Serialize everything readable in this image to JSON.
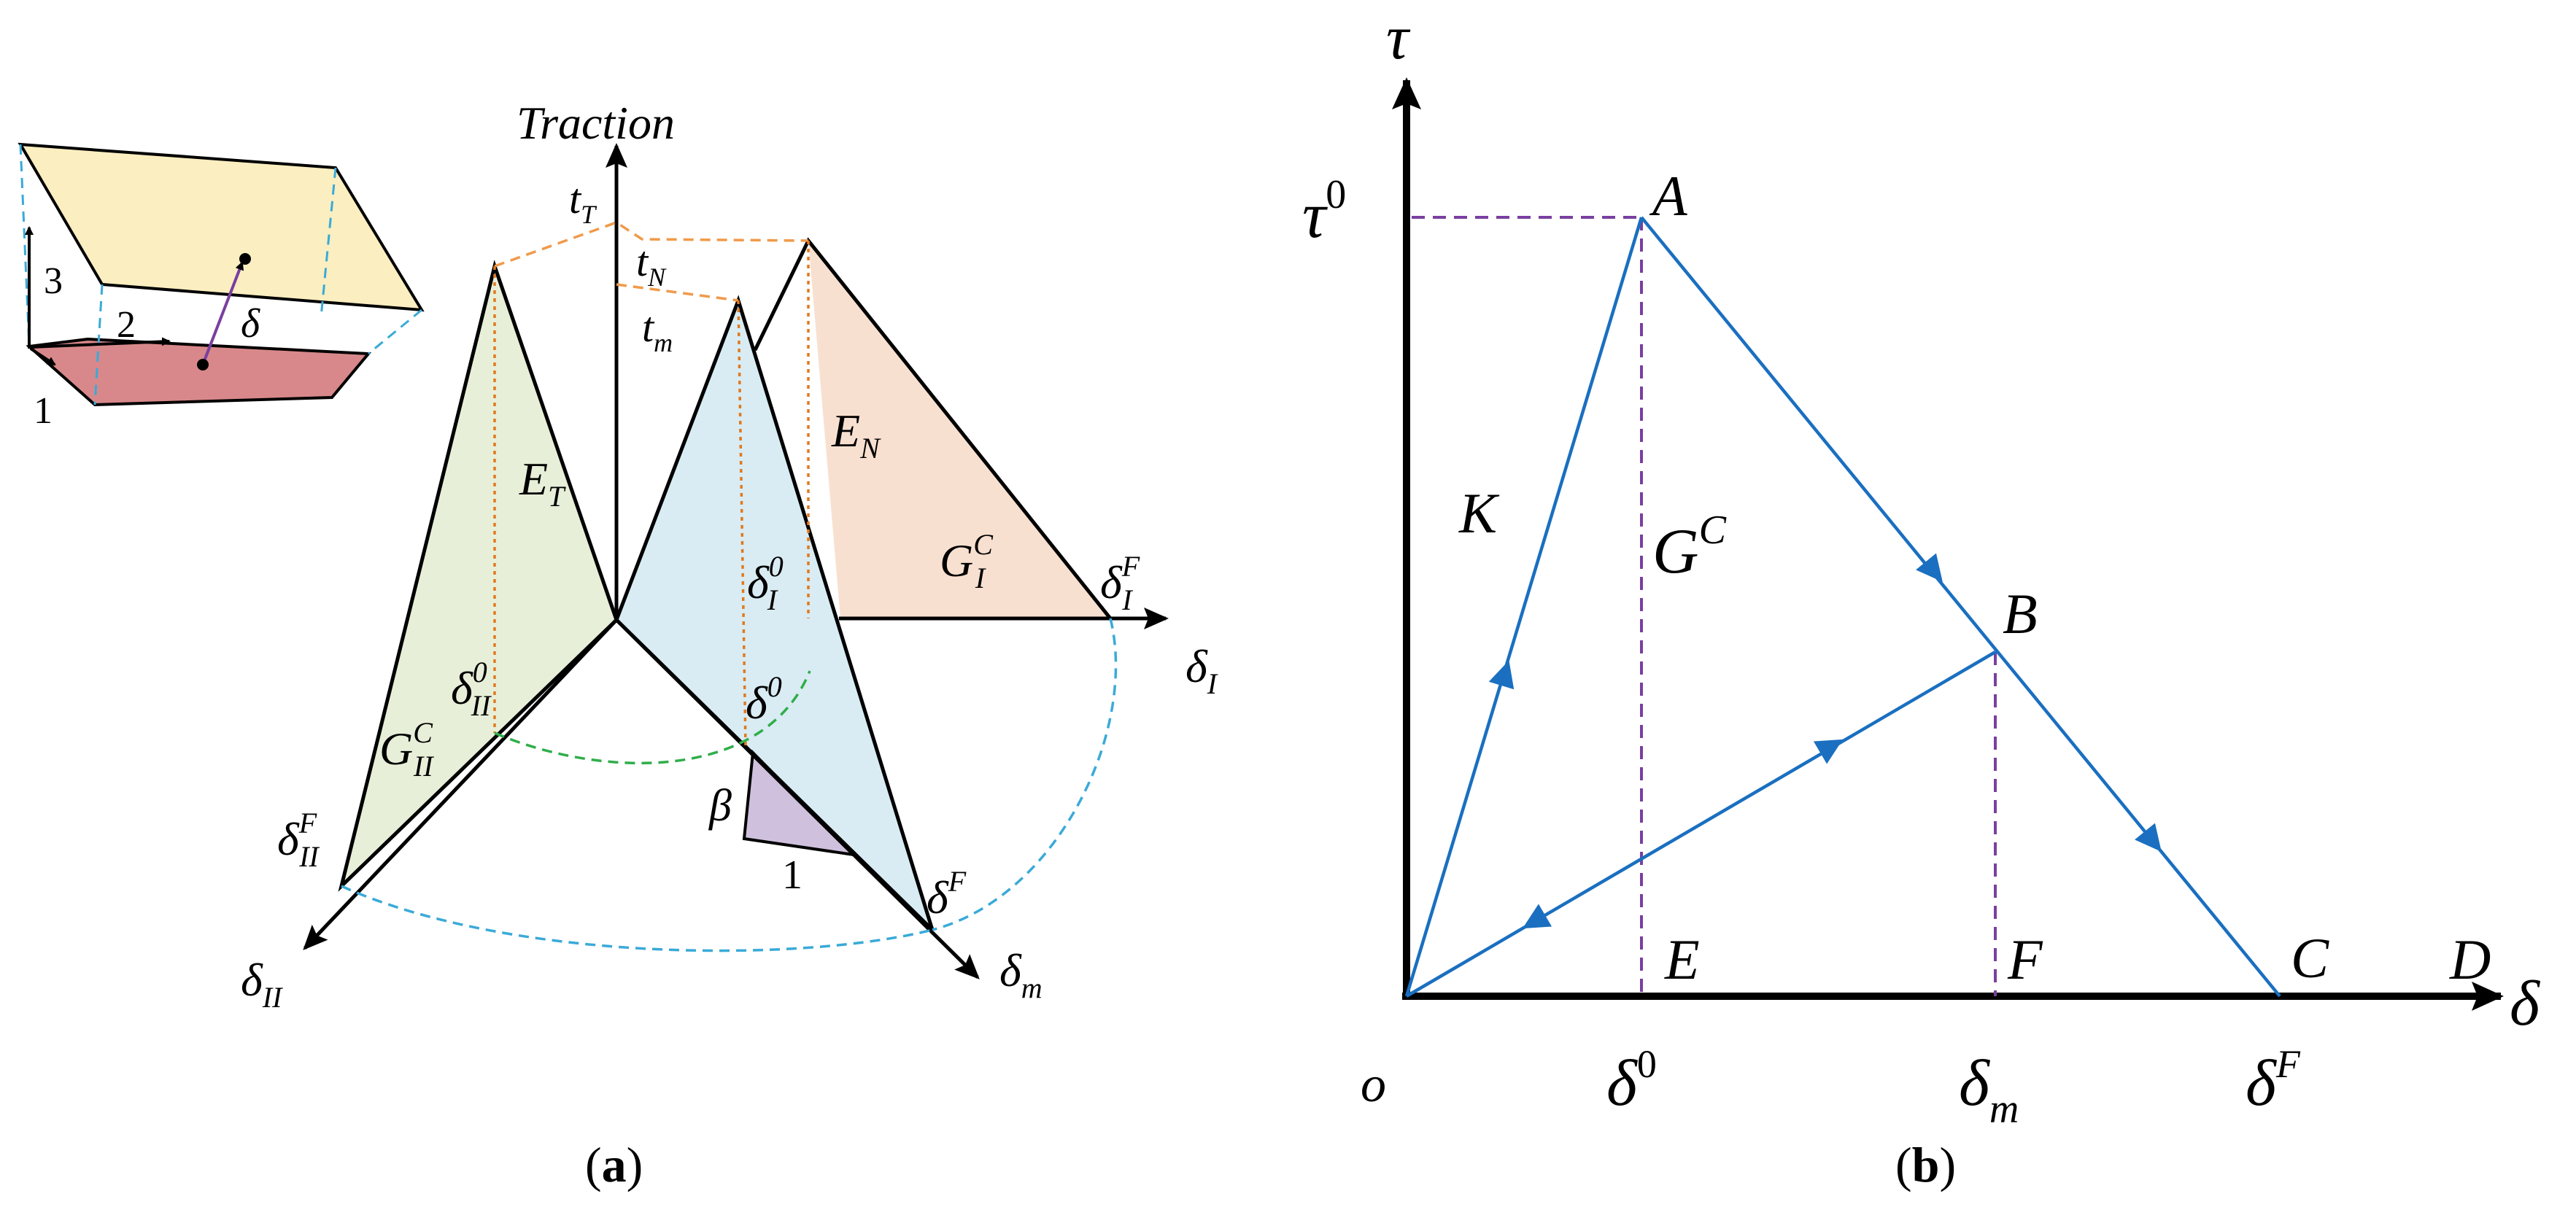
{
  "colors": {
    "blue": "#1a6fc0",
    "purple_dash": "#7a3fa0",
    "orange_dash": "#f09a4a",
    "cyan_dash": "#3aaad8",
    "green_dash": "#2fae4a",
    "fill_green": "#e8efd9",
    "fill_blue": "#d9ecf3",
    "fill_orange": "#f8e0d0",
    "fill_purple": "#cfc1dd",
    "top_plate": "#fbeec0",
    "bottom_plate": "#d8888a"
  },
  "panel_a": {
    "caption_open": "(",
    "caption_letter": "a",
    "caption_close": ")",
    "axis_title": "Traction",
    "inset": {
      "axis1": "1",
      "axis2": "2",
      "axis3": "3",
      "delta": "δ"
    },
    "labels": {
      "t_T": {
        "base": "t",
        "sub": "T"
      },
      "t_N": {
        "base": "t",
        "sub": "N"
      },
      "t_m": {
        "base": "t",
        "sub": "m"
      },
      "E_T": {
        "base": "E",
        "sub": "T"
      },
      "E_N": {
        "base": "E",
        "sub": "N"
      },
      "G_I_C": {
        "base": "G",
        "sub": "I",
        "sup": "C"
      },
      "G_II_C": {
        "base": "G",
        "sub": "II",
        "sup": "C"
      },
      "delta_I_0": {
        "base": "δ",
        "sub": "I",
        "sup": "0"
      },
      "delta_II_0": {
        "base": "δ",
        "sub": "II",
        "sup": "0"
      },
      "delta_0": {
        "base": "δ",
        "sup": "0"
      },
      "delta_I_F": {
        "base": "δ",
        "sub": "I",
        "sup": "F"
      },
      "delta_II_F": {
        "base": "δ",
        "sub": "II",
        "sup": "F"
      },
      "delta_F": {
        "base": "δ",
        "sup": "F"
      },
      "delta_I": {
        "base": "δ",
        "sub": "I"
      },
      "delta_II": {
        "base": "δ",
        "sub": "II"
      },
      "delta_m": {
        "base": "δ",
        "sub": "m"
      },
      "beta": "β",
      "one": "1"
    }
  },
  "panel_b": {
    "caption_open": "(",
    "caption_letter": "b",
    "caption_close": ")",
    "tau": "τ",
    "tau0": {
      "base": "τ",
      "sup": "0"
    },
    "delta_axis": "δ",
    "origin": "o",
    "points": {
      "A": "A",
      "B": "B",
      "C": "C",
      "D": "D",
      "E": "E",
      "F": "F",
      "K": "K"
    },
    "GC": {
      "base": "G",
      "sup": "C"
    },
    "delta0": {
      "base": "δ",
      "sup": "0"
    },
    "delta_m": {
      "base": "δ",
      "sub": "m"
    },
    "deltaF": {
      "base": "δ",
      "sup": "F"
    }
  }
}
